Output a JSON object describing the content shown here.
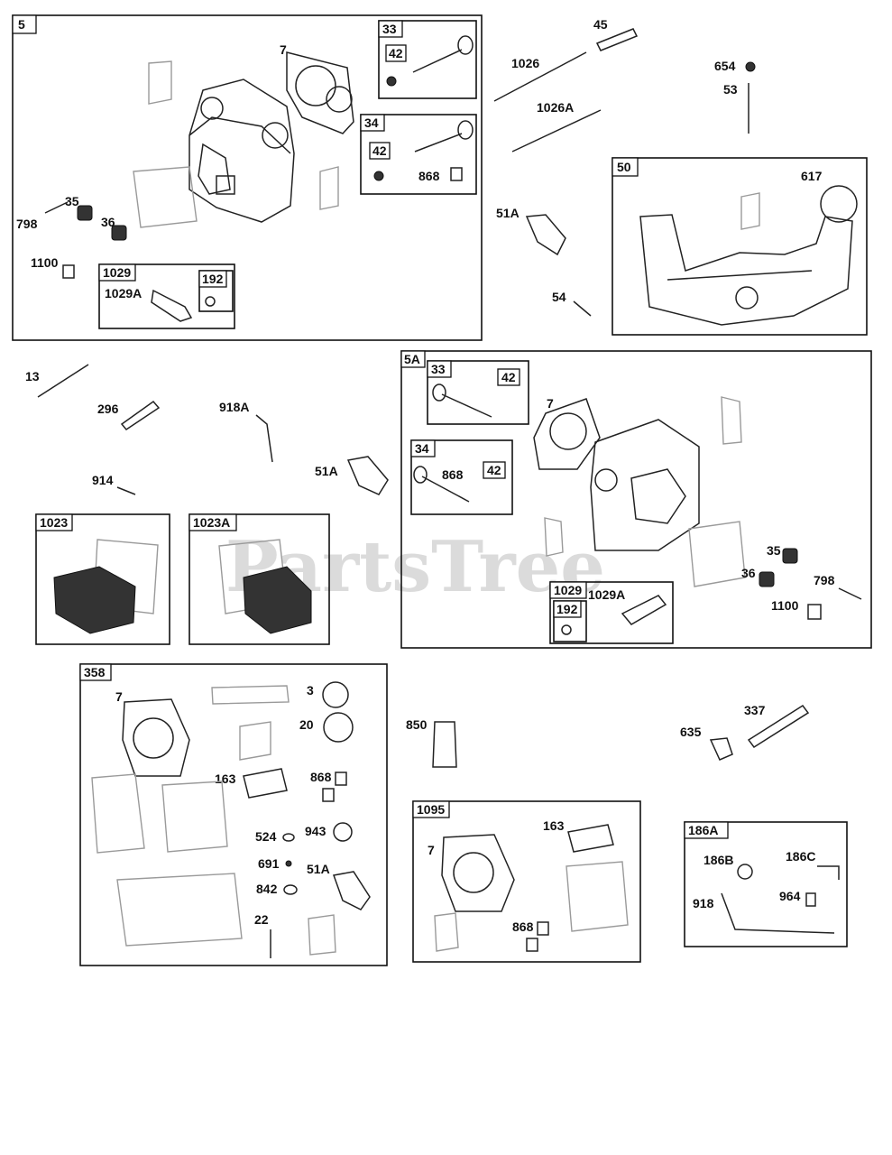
{
  "watermark": "PartsTree",
  "groups": {
    "g5": "5",
    "g33a": "33",
    "g34a": "34",
    "g1029a": "1029",
    "g192a": "192",
    "g50": "50",
    "g5A": "5A",
    "g33b": "33",
    "g34b": "34",
    "g1029b": "1029",
    "g192b": "192",
    "g1023": "1023",
    "g1023A": "1023A",
    "g358": "358",
    "g1095": "1095",
    "g186A": "186A",
    "g42a": "42",
    "g42b": "42",
    "g42c": "42",
    "g42d": "42"
  },
  "labels": {
    "l7a": "7",
    "l45": "45",
    "l1026": "1026",
    "l1026A": "1026A",
    "l654": "654",
    "l53": "53",
    "l868a": "868",
    "l35a": "35",
    "l798a": "798",
    "l36a": "36",
    "l1100a": "1100",
    "l1029Aa": "1029A",
    "l51Aa": "51A",
    "l617": "617",
    "l54": "54",
    "l13": "13",
    "l296": "296",
    "l918A": "918A",
    "l51Ab": "51A",
    "l914": "914",
    "l7b": "7",
    "l868b": "868",
    "l35b": "35",
    "l36b": "36",
    "l798b": "798",
    "l1100b": "1100",
    "l1029Ab": "1029A",
    "l7c": "7",
    "l3": "3",
    "l20": "20",
    "l163a": "163",
    "l868c": "868",
    "l524": "524",
    "l943": "943",
    "l691": "691",
    "l51Ac": "51A",
    "l842": "842",
    "l22": "22",
    "l850": "850",
    "l337": "337",
    "l635": "635",
    "l7d": "7",
    "l163b": "163",
    "l868d": "868",
    "l186B": "186B",
    "l186C": "186C",
    "l918": "918",
    "l964": "964"
  }
}
